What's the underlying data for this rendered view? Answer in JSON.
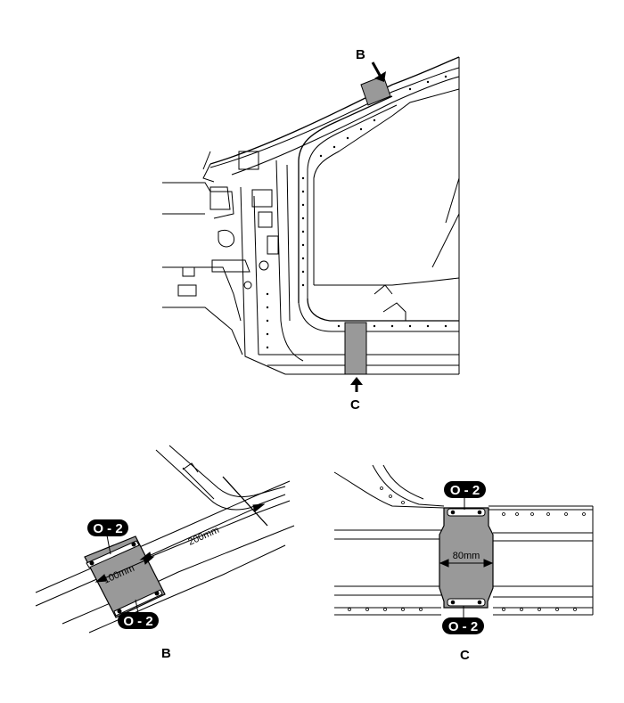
{
  "main_view": {
    "label_b": "B",
    "label_c": "C"
  },
  "detail_b": {
    "label": "B",
    "callout_top": "O - 2",
    "callout_bottom": "O - 2",
    "dim_long": "200mm",
    "dim_short": "100mm"
  },
  "detail_c": {
    "label": "C",
    "callout_top": "O - 2",
    "callout_bottom": "O - 2",
    "dim_width": "80mm"
  },
  "colors": {
    "patch_fill": "#999999",
    "line": "#000000",
    "pill_fill": "#000000",
    "pill_text": "#ffffff"
  }
}
